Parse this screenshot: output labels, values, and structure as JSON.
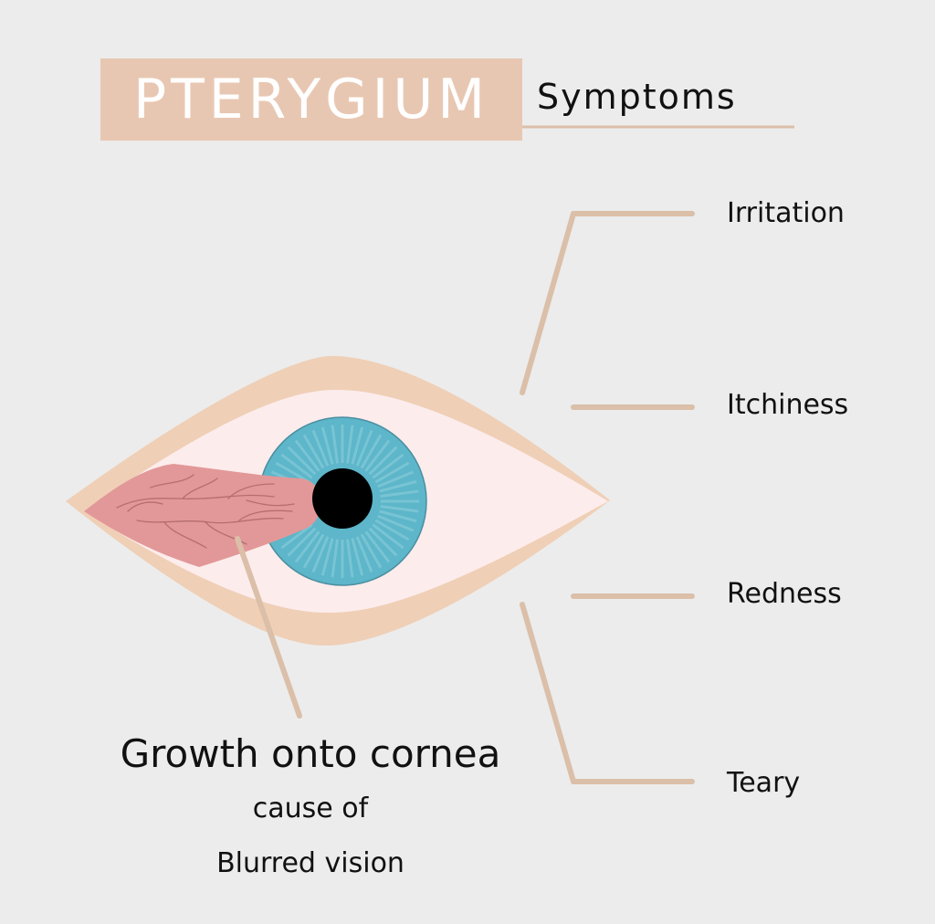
{
  "title": {
    "main": "PTERYGIUM",
    "sub": "Symptoms"
  },
  "symptoms": [
    "Irritation",
    "Itchiness",
    "Redness",
    "Teary"
  ],
  "caption": {
    "main": "Growth onto cornea",
    "line2": "cause of",
    "line3": "Blurred vision"
  },
  "colors": {
    "background": "#ececec",
    "accent": "#e8c7b2",
    "connector": "#dbbfa8",
    "eyelid": "#efcfb6",
    "sclera": "#fcecec",
    "iris": "#5db6c9",
    "pupil": "#000000",
    "pterygium": "#e29898",
    "text": "#111111"
  }
}
